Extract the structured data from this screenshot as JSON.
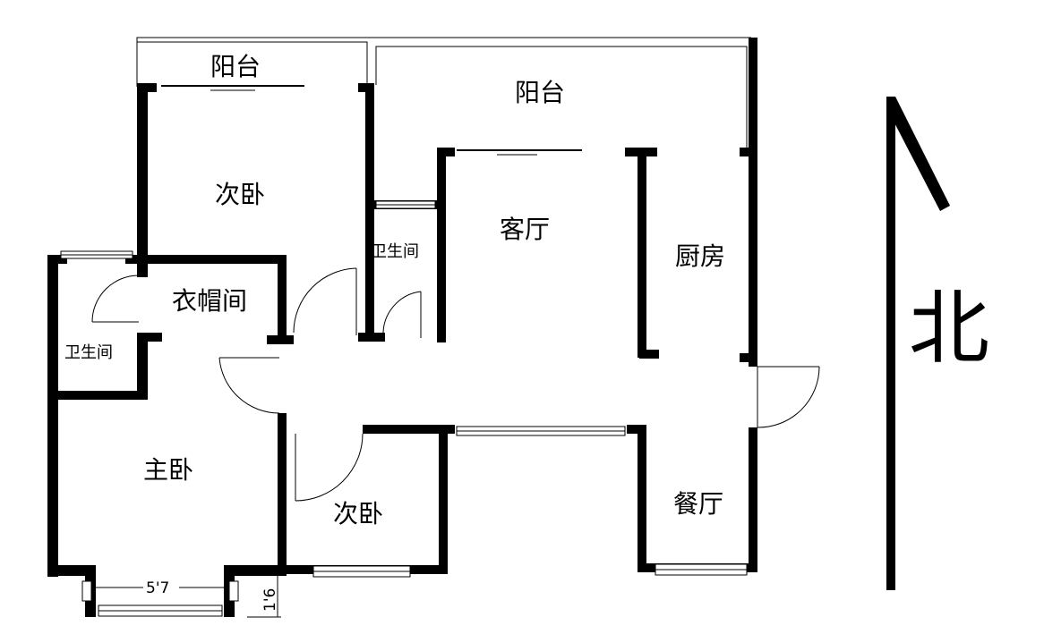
{
  "rooms": {
    "balcony_left": "阳台",
    "balcony_right": "阳台",
    "bedroom_upper": "次卧",
    "living_room": "客厅",
    "bathroom_center": "卫生间",
    "kitchen": "厨房",
    "cloakroom": "衣帽间",
    "bathroom_left": "卫生间",
    "master_bedroom": "主卧",
    "bedroom_lower": "次卧",
    "dining_room": "餐厅"
  },
  "dimensions": {
    "bay_width": "5'7",
    "bay_depth": "1'6"
  },
  "compass": {
    "north": "北"
  }
}
